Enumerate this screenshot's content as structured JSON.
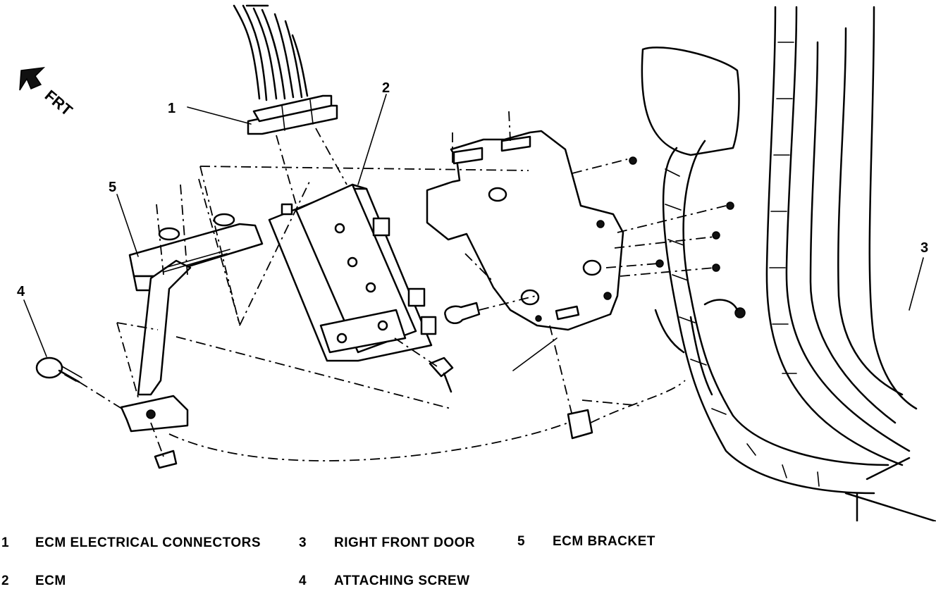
{
  "diagram": {
    "direction_label": "FRT",
    "callouts": [
      "1",
      "2",
      "3",
      "4",
      "5"
    ]
  },
  "legend": [
    {
      "num": "1",
      "text": "ECM ELECTRICAL CONNECTORS"
    },
    {
      "num": "2",
      "text": "ECM"
    },
    {
      "num": "3",
      "text": "RIGHT FRONT DOOR"
    },
    {
      "num": "4",
      "text": "ATTACHING SCREW"
    },
    {
      "num": "5",
      "text": "ECM BRACKET"
    }
  ]
}
